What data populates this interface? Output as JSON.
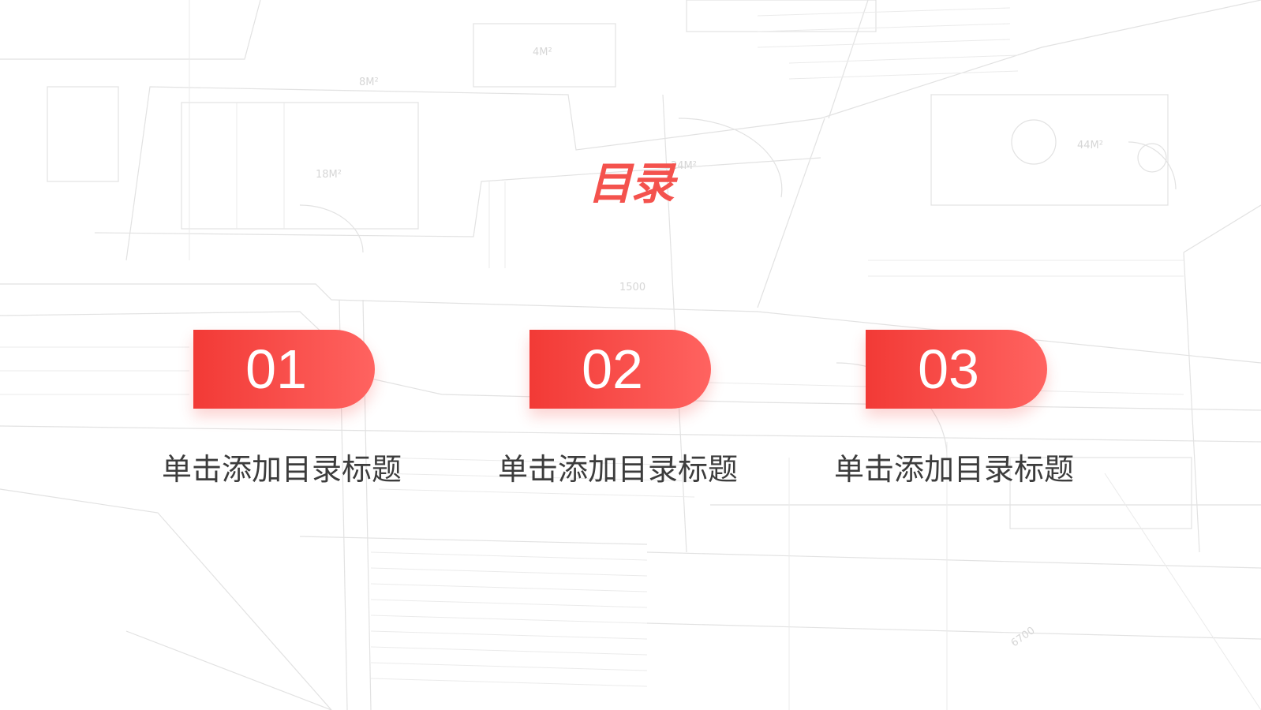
{
  "slide": {
    "title": "目录",
    "accent_color": "#f4524d",
    "items": [
      {
        "number": "01",
        "label": "单击添加目录标题"
      },
      {
        "number": "02",
        "label": "单击添加目录标题"
      },
      {
        "number": "03",
        "label": "单击添加目录标题"
      }
    ],
    "background": {
      "type": "architectural-blueprint",
      "dimension_labels": [
        "24M²",
        "18M²",
        "8M²",
        "4M²",
        "44M²",
        "1500",
        "6700"
      ]
    }
  }
}
